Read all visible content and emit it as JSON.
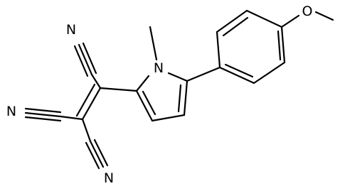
{
  "molecule": {
    "atoms": {
      "nitrile_top": "N",
      "nitrile_left": "N",
      "nitrile_bottom": "N",
      "pyrrole_n": "N",
      "methoxy_o": "O"
    }
  },
  "colors": {
    "bond": "#000000",
    "label": "#000000",
    "background": "#ffffff"
  }
}
